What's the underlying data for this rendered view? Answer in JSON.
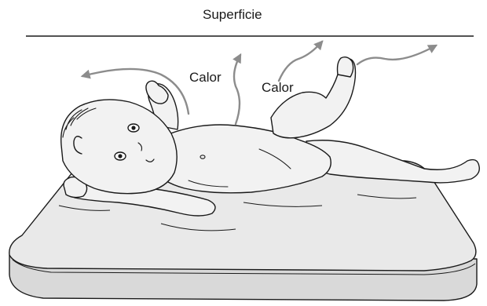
{
  "labels": {
    "surface": "Superficie",
    "heat_1": "Calor",
    "heat_2": "Calor"
  },
  "colors": {
    "line": "#1a1a1a",
    "mattress": "#e7e7e7",
    "mattress_shadow": "#cfcfcf",
    "skin": "#efefef",
    "arrow": "#8c8c8c"
  }
}
